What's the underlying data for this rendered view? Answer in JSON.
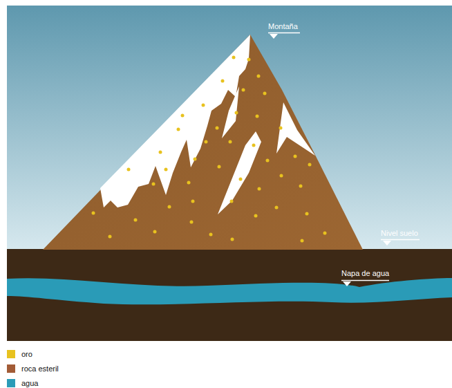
{
  "diagram": {
    "labels": [
      "Montaña",
      "Nivel suelo",
      "Napa de agua"
    ],
    "legend": [
      {
        "text": "oro",
        "color": "#e8c21f"
      },
      {
        "text": "roca esteril",
        "color": "#a25b36"
      },
      {
        "text": "agua",
        "color": "#2a9bb7"
      }
    ]
  }
}
